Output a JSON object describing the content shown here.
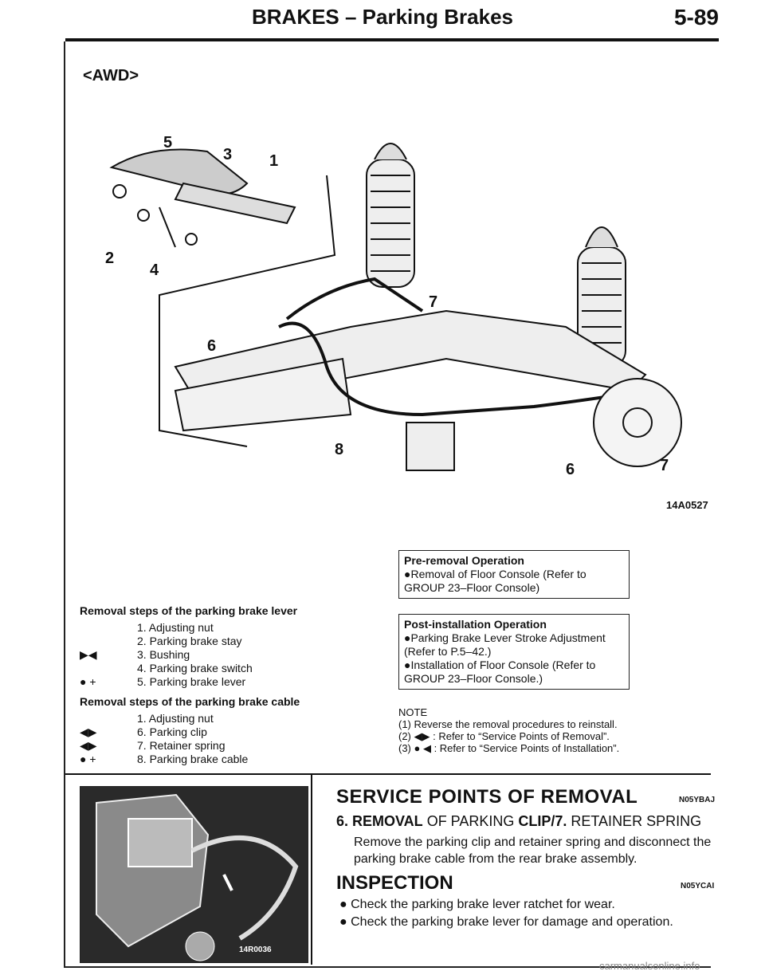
{
  "header": {
    "title": "BRAKES – Parking Brakes",
    "page": "5-89"
  },
  "awd_label": "<AWD>",
  "figure": {
    "code": "14A0527",
    "callouts": [
      "5",
      "3",
      "1",
      "2",
      "4",
      "7",
      "6",
      "8",
      "6",
      "7"
    ]
  },
  "pre_removal": {
    "title": "Pre-removal Operation",
    "body": "●Removal of Floor Console (Refer to GROUP 23–Floor Console)"
  },
  "post_install": {
    "title": "Post-installation Operation",
    "lines": [
      "●Parking Brake Lever Stroke Adjustment (Refer to P.5–42.)",
      "●Installation of Floor Console (Refer to GROUP 23–Floor Console.)"
    ]
  },
  "lever_steps": {
    "title": "Removal steps of the parking brake lever",
    "items": [
      {
        "mark": "",
        "text": "1. Adjusting nut"
      },
      {
        "mark": "",
        "text": "2. Parking brake stay"
      },
      {
        "mark": "▶◀",
        "text": "3. Bushing"
      },
      {
        "mark": "",
        "text": "4. Parking brake switch"
      },
      {
        "mark": "● +",
        "text": "5. Parking brake lever"
      }
    ]
  },
  "cable_steps": {
    "title": "Removal steps of the parking brake cable",
    "items": [
      {
        "mark": "",
        "text": "1. Adjusting nut"
      },
      {
        "mark": "◀▶",
        "text": "6. Parking clip"
      },
      {
        "mark": "◀▶",
        "text": "7. Retainer spring"
      },
      {
        "mark": "● +",
        "text": "8. Parking brake cable"
      }
    ]
  },
  "note": {
    "title": "NOTE",
    "lines": [
      "(1) Reverse the removal procedures to reinstall.",
      "(2) ◀▶ : Refer to “Service Points of Removal”.",
      "(3) ● ◀ : Refer to “Service Points of Installation”."
    ]
  },
  "photo": {
    "code": "14R0036"
  },
  "service_removal": {
    "title": "SERVICE POINTS OF REMOVAL",
    "code": "N05YBAJ",
    "subhead_bold_a": "6. REMOVAL",
    "subhead_a": " OF PARKING ",
    "subhead_bold_b": "CLIP/7.",
    "subhead_b": " RETAINER SPRING",
    "text": "Remove the parking clip and retainer spring and disconnect the parking brake cable from the rear brake assembly."
  },
  "inspection": {
    "title": "INSPECTION",
    "code": "N05YCAI",
    "bullets": [
      "● Check the parking brake lever ratchet for wear.",
      "● Check the parking brake lever for damage and operation."
    ]
  },
  "footer": "carmanualsonline.info"
}
